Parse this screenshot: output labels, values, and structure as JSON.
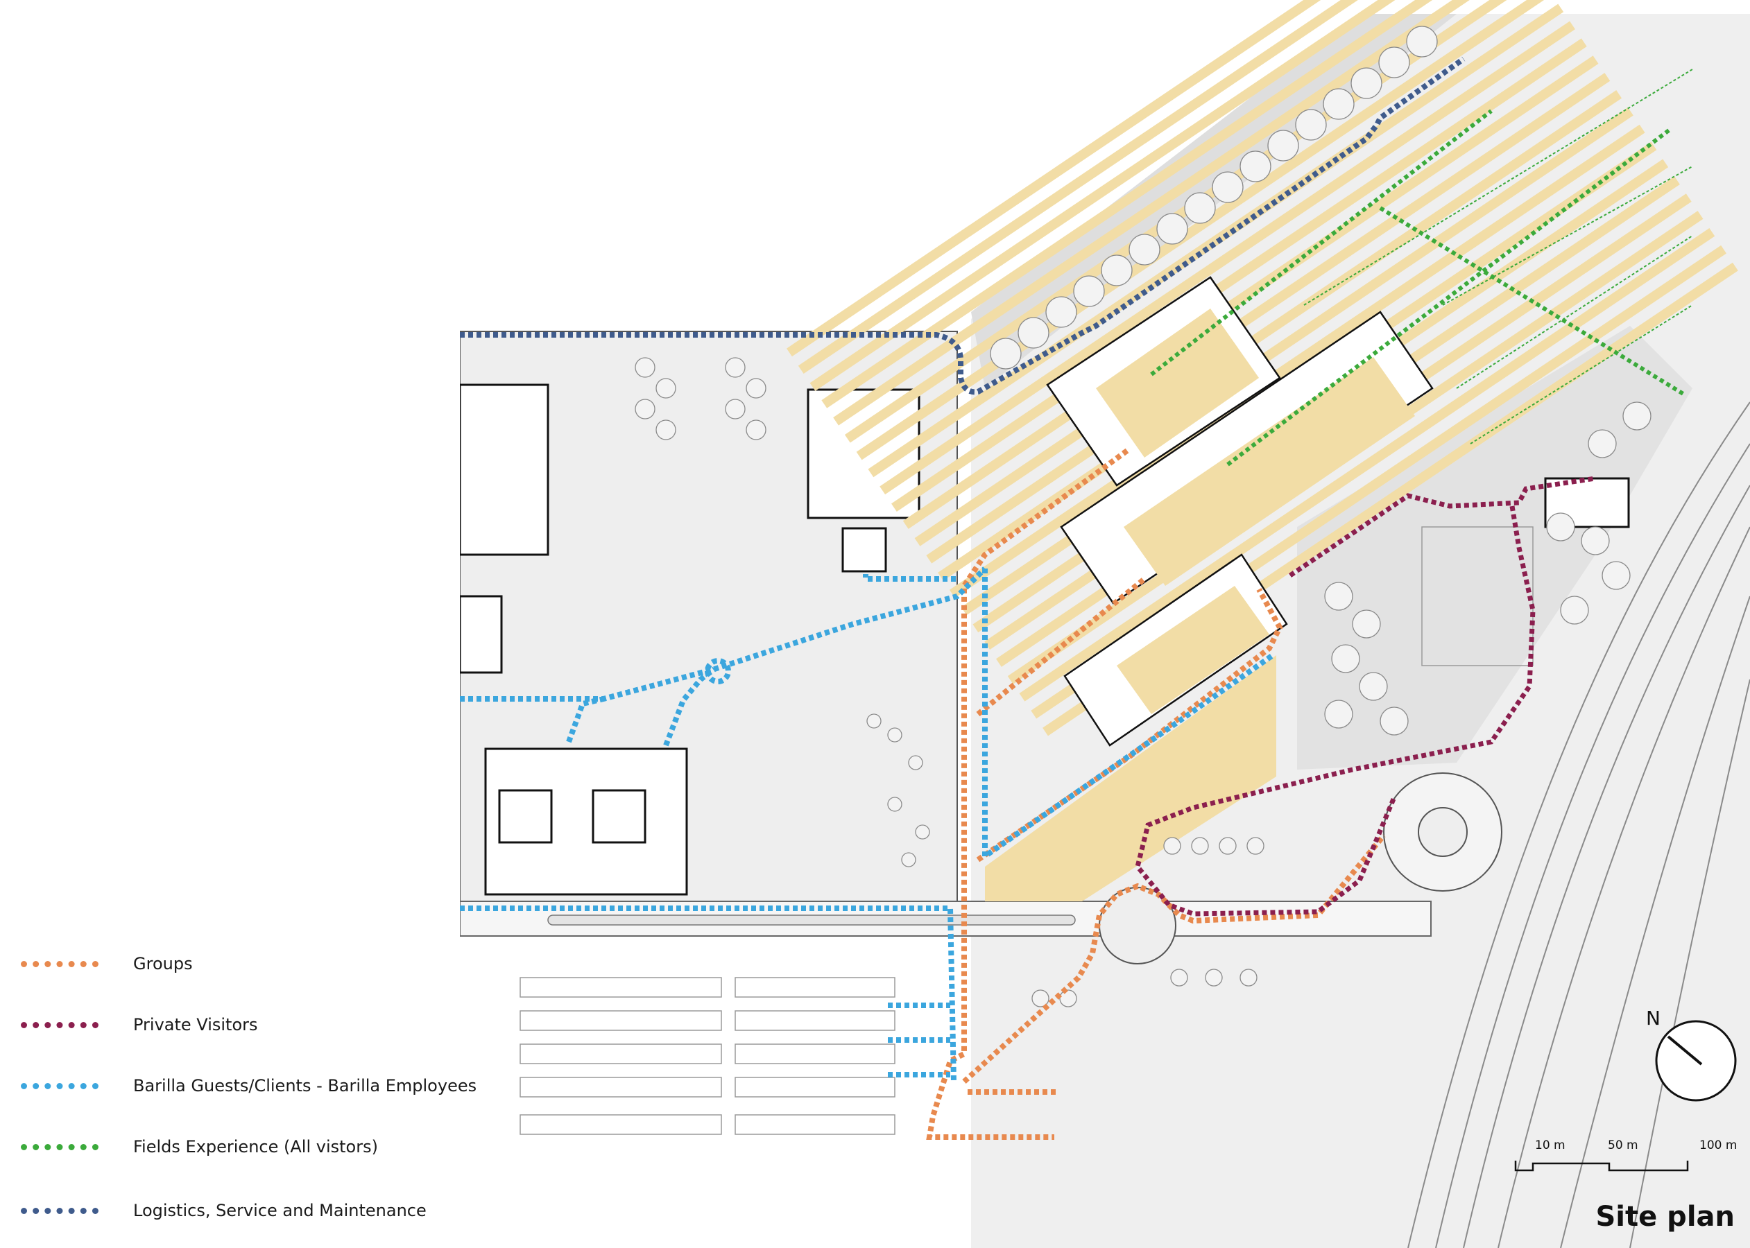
{
  "colors": {
    "groups": "#E8894E",
    "private_visitors": "#8B1F4E",
    "guests": "#3BA6DE",
    "fields": "#3BAA3B",
    "logistics": "#3F5B8C",
    "crop": "#F2DDA6",
    "ground": "#EEEEEE",
    "tree": "#DADADA"
  },
  "legend": [
    {
      "label": "Groups",
      "color_key": "groups"
    },
    {
      "label": "Private Visitors",
      "color_key": "private_visitors"
    },
    {
      "label": "Barilla Guests/Clients - Barilla Employees",
      "color_key": "guests"
    },
    {
      "label": "Fields Experience (All vistors)",
      "color_key": "fields"
    },
    {
      "label": "Logistics, Service and Maintenance",
      "color_key": "logistics"
    }
  ],
  "scale": {
    "labels": [
      "10 m",
      "50 m",
      "100 m"
    ]
  },
  "north": {
    "label": "N",
    "icon": "north-arrow-icon"
  },
  "title": "Site plan"
}
